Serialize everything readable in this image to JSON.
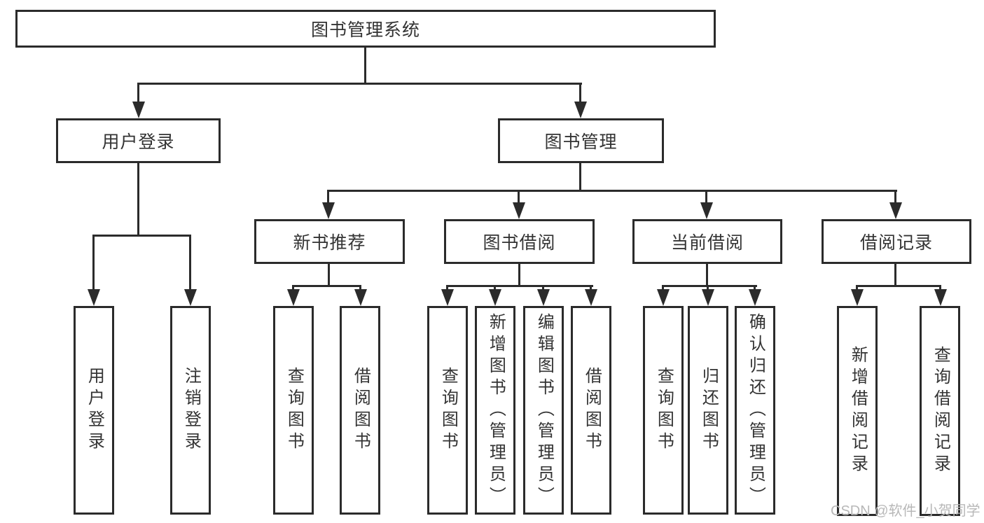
{
  "tree": {
    "label": "图书管理系统",
    "children": [
      {
        "label": "用户登录",
        "children": [
          {
            "label": "用户登录"
          },
          {
            "label": "注销登录"
          }
        ]
      },
      {
        "label": "图书管理",
        "children": [
          {
            "label": "新书推荐",
            "children": [
              {
                "label": "查询图书"
              },
              {
                "label": "借阅图书"
              }
            ]
          },
          {
            "label": "图书借阅",
            "children": [
              {
                "label": "查询图书"
              },
              {
                "label": "新增图书（管理员）"
              },
              {
                "label": "编辑图书（管理员）"
              },
              {
                "label": "借阅图书"
              }
            ]
          },
          {
            "label": "当前借阅",
            "children": [
              {
                "label": "查询图书"
              },
              {
                "label": "归还图书"
              },
              {
                "label": "确认归还（管理员）"
              }
            ]
          },
          {
            "label": "借阅记录",
            "children": [
              {
                "label": "新增借阅记录"
              },
              {
                "label": "查询借阅记录"
              }
            ]
          }
        ]
      }
    ]
  },
  "watermark": {
    "text": "CSDN @软件_小贺同学"
  },
  "colors": {
    "line": "#2b2b2b",
    "text": "#333333",
    "background": "#ffffff",
    "watermark": "#b8b8b8"
  }
}
